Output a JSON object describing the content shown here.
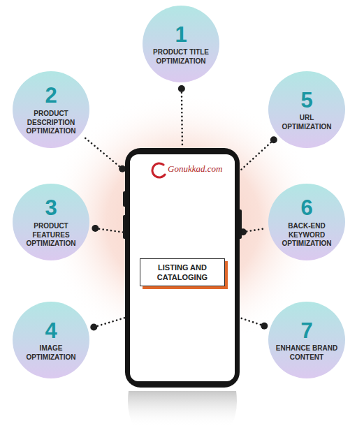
{
  "diagram": {
    "nodes": [
      {
        "text": [
          "Gonukkad.com"
        ]
      },
      {
        "text": [
          "LISTING AND CATALOGING"
        ],
        "in": 0
      },
      {
        "text": [
          "1",
          "PRODUCT TITLE OPTIMIZATION"
        ]
      },
      {
        "text": [
          "2",
          "PRODUCT DESCRIPTION OPTIMIZATION"
        ]
      },
      {
        "text": [
          "5",
          "URL OPTIMIZATION"
        ]
      },
      {
        "text": [
          "3",
          "PRODUCT FEATURES OPTIMIZATION"
        ]
      },
      {
        "text": [
          "6",
          "BACK-END KEYWORD OPTIMIZATION"
        ]
      },
      {
        "text": [
          "4",
          "IMAGE OPTIMIZATION"
        ]
      },
      {
        "text": [
          "7",
          "ENHANCE BRAND CONTENT"
        ]
      }
    ],
    "edges": [
      {
        "from": 2,
        "to": 0,
        "arrow": "none"
      },
      {
        "from": 3,
        "to": 0,
        "arrow": "none"
      },
      {
        "from": 4,
        "to": 0,
        "arrow": "none"
      },
      {
        "from": 5,
        "to": 0,
        "arrow": "none"
      },
      {
        "from": 6,
        "to": 0,
        "arrow": "none"
      },
      {
        "from": 7,
        "to": 0,
        "arrow": "none"
      },
      {
        "from": 8,
        "to": 0,
        "arrow": "none"
      }
    ]
  }
}
